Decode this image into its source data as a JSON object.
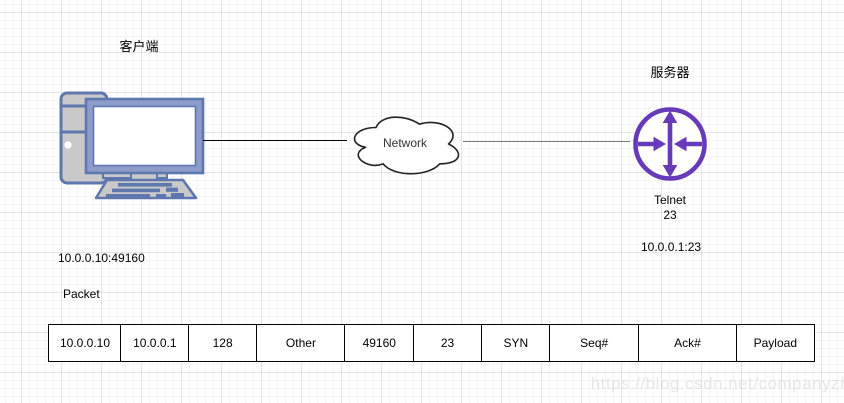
{
  "diagram": {
    "client": {
      "label": "客户端",
      "address": "10.0.0.10:49160"
    },
    "network": {
      "label": "Network"
    },
    "server": {
      "label": "服务器",
      "service": "Telnet",
      "port": "23",
      "address": "10.0.0.1:23"
    },
    "packet": {
      "label": "Packet",
      "fields": [
        "10.0.0.10",
        "10.0.0.1",
        "128",
        "Other",
        "49160",
        "23",
        "SYN",
        "Seq#",
        "Ack#",
        "Payload"
      ]
    },
    "colors": {
      "router_purple": "#673ab7",
      "device_blue": "#5e77af",
      "device_gray": "#c9c9c9",
      "left_line": "#000000",
      "right_line": "#7b7b7b"
    }
  },
  "watermark": "https://blog.csdn.net/companyzh"
}
